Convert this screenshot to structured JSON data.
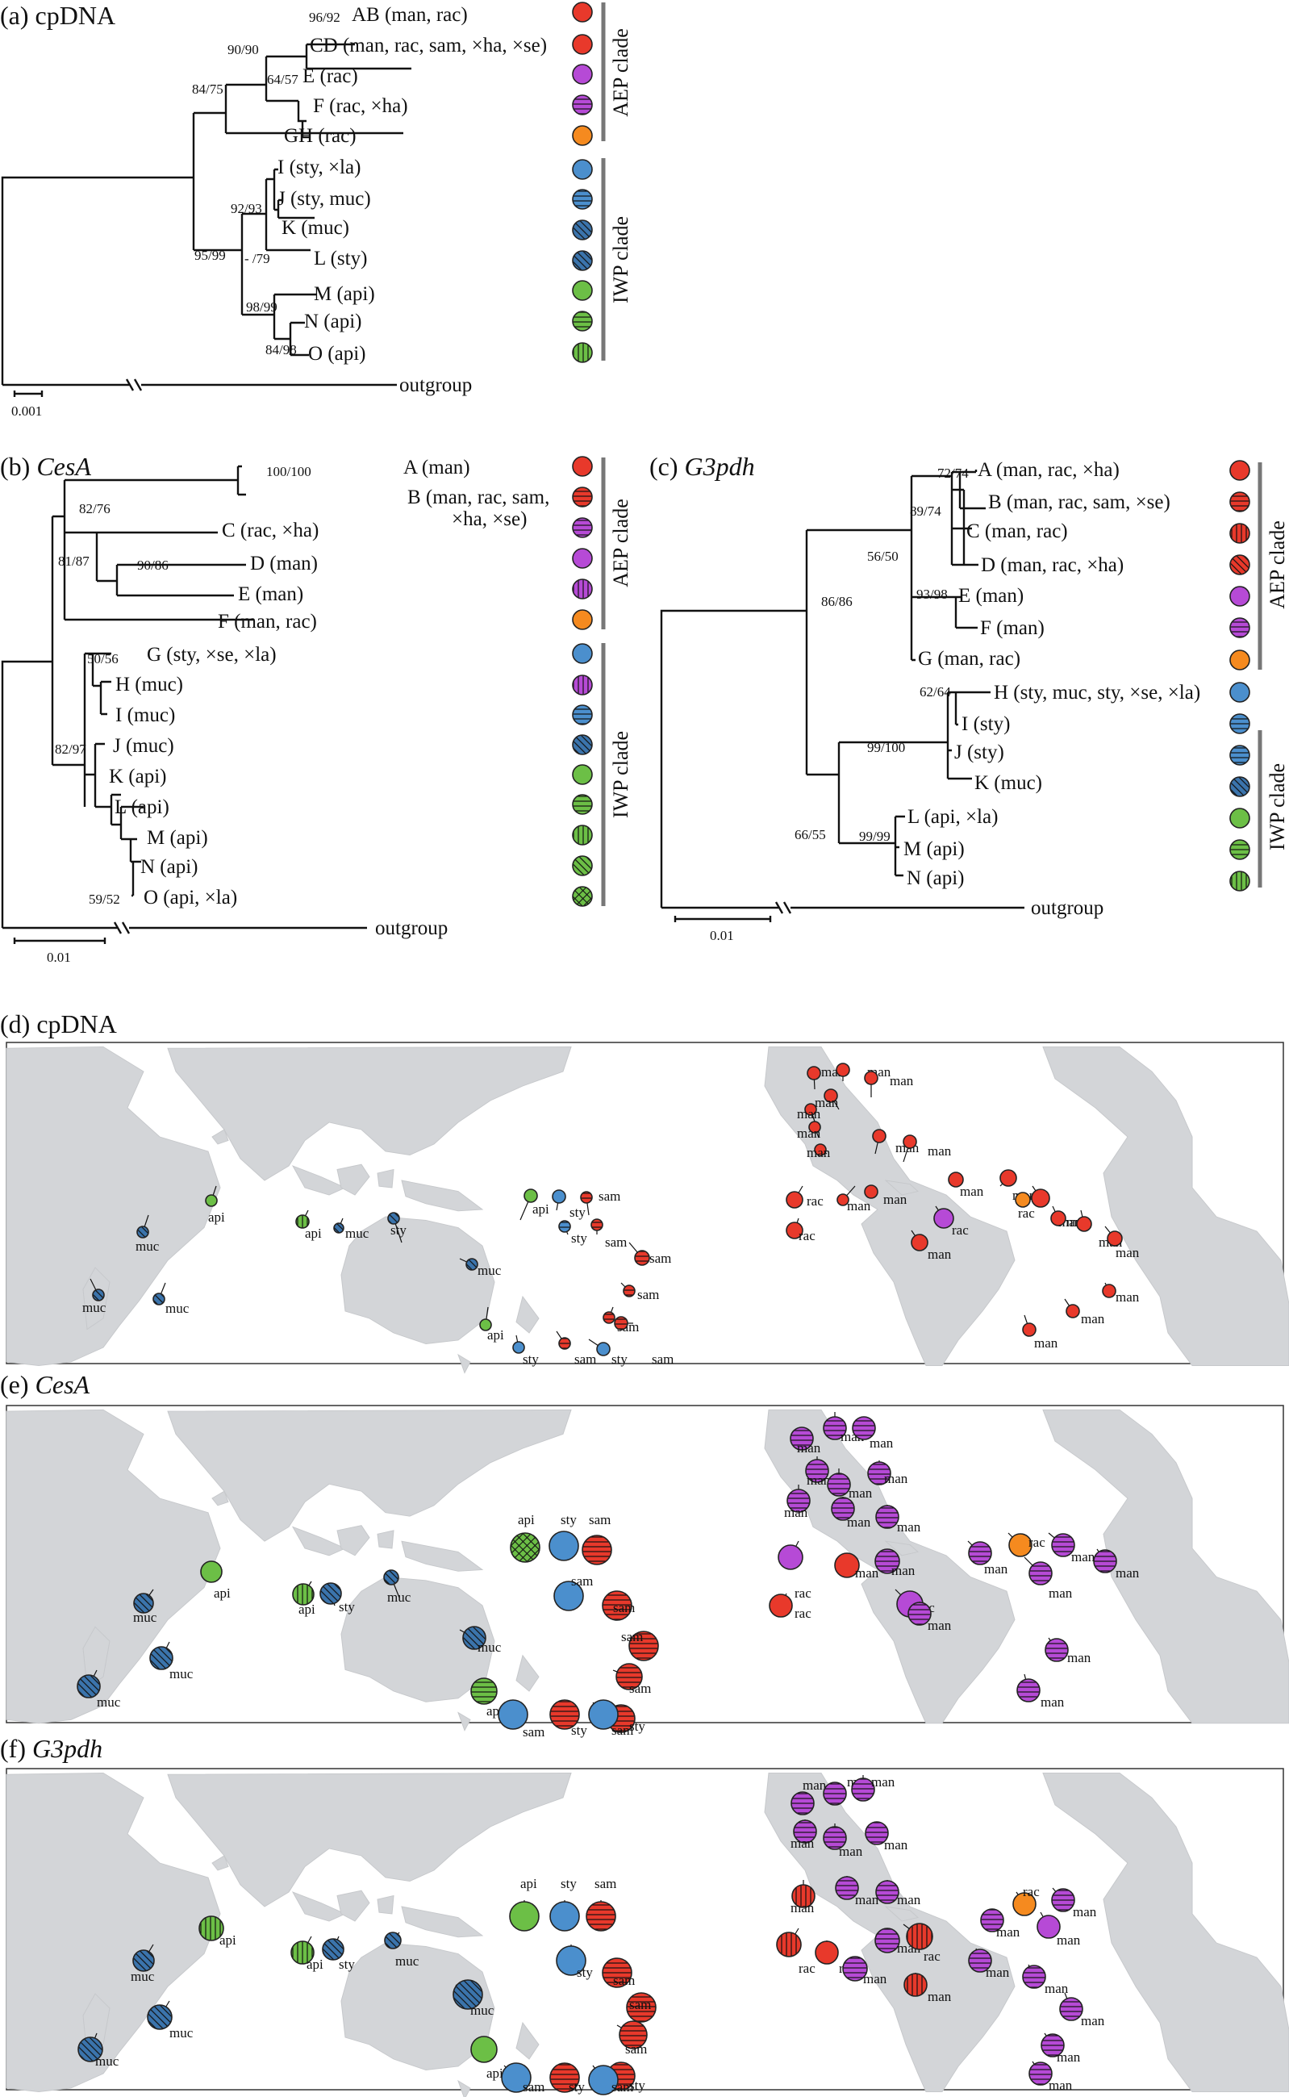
{
  "colors": {
    "man": "#e8392b",
    "rac": "#f58a1f",
    "purple": "#b64ad6",
    "sty": "#4b8fcd",
    "muc": "#3b74ac",
    "api": "#6cbf46",
    "land": "#d3d5d8"
  },
  "panel_a": {
    "title": "(a) cpDNA",
    "tips": [
      "AB (man, rac)",
      "CD (man, rac, sam, ×ha, ×se)",
      "E (rac)",
      "F (rac, ×ha)",
      "GH (rac)",
      "I (sty, ×la)",
      "J (sty, muc)",
      "K (muc)",
      "L (sty)",
      "M (api)",
      "N (api)",
      "O (api)",
      "outgroup"
    ],
    "support": [
      "96/92",
      "90/90",
      "64/57",
      "84/75",
      "92/93",
      "- /79",
      "95/99",
      "98/99",
      "84/98"
    ],
    "clades": [
      "AEP clade",
      "IWP clade"
    ],
    "scale": "0.001"
  },
  "panel_b": {
    "prefix": "(b) ",
    "gene": "CesA",
    "tips": [
      "A (man)",
      "B (man, rac, sam,",
      "×ha, ×se)",
      "C (rac, ×ha)",
      "D (man)",
      "E (man)",
      "F (man, rac)",
      "G (sty, ×se, ×la)",
      "H (muc)",
      "I (muc)",
      "J (muc)",
      "K (api)",
      "L (api)",
      "M (api)",
      "N (api)",
      "O (api, ×la)",
      "outgroup"
    ],
    "support": [
      "100/100",
      "82/76",
      "81/87",
      "90/86",
      "50/56",
      "82/97",
      "59/52"
    ],
    "clades": [
      "AEP clade",
      "IWP clade"
    ],
    "scale": "0.01"
  },
  "panel_c": {
    "prefix": "(c) ",
    "gene": "G3pdh",
    "tips": [
      "A (man, rac, ×ha)",
      "B (man, rac, sam, ×se)",
      "C (man, rac)",
      "D (man, rac, ×ha)",
      "E (man)",
      "F (man)",
      "G (man, rac)",
      "H (sty, muc, sty, ×se, ×la)",
      "I (sty)",
      "J (sty)",
      "K (muc)",
      "L (api, ×la)",
      "M (api)",
      "N (api)",
      "outgroup"
    ],
    "support": [
      "72/74",
      "89/74",
      "56/50",
      "93/98",
      "86/86",
      "62/64",
      "99/100",
      "66/55",
      "99/99"
    ],
    "clades": [
      "AEP clade",
      "IWP clade"
    ],
    "scale": "0.01"
  },
  "map_d": {
    "title": "(d) cpDNA",
    "labels": [
      "api",
      "api",
      "muc",
      "muc",
      "muc",
      "muc",
      "sty",
      "api",
      "sty",
      "sam",
      "sty",
      "sam",
      "sam",
      "sam",
      "muc",
      "api",
      "sam",
      "sty",
      "sam",
      "sty",
      "sam",
      "man",
      "man",
      "man",
      "man",
      "man",
      "man",
      "man",
      "man",
      "man",
      "rac",
      "rac",
      "man",
      "man",
      "rac",
      "man",
      "man",
      "man",
      "rac",
      "man",
      "man",
      "man",
      "man",
      "man",
      "man",
      "man"
    ]
  },
  "map_e": {
    "prefix": "(e) ",
    "gene": "CesA",
    "labels": [
      "api",
      "api",
      "muc",
      "muc",
      "muc",
      "muc",
      "sty",
      "api",
      "sty",
      "sam",
      "sam",
      "sam",
      "sam",
      "sam",
      "muc",
      "api",
      "sty",
      "sam",
      "sty",
      "sam",
      "man",
      "man",
      "man",
      "man",
      "man",
      "man",
      "man",
      "man",
      "man",
      "rac",
      "rac",
      "man",
      "man",
      "rac",
      "man",
      "man",
      "rac",
      "man",
      "man",
      "man",
      "man",
      "man"
    ]
  },
  "map_f": {
    "prefix": "(f) ",
    "gene": "G3pdh",
    "labels": [
      "api",
      "api",
      "muc",
      "muc",
      "muc",
      "muc",
      "sty",
      "api",
      "sty",
      "sam",
      "sty",
      "sam",
      "sam",
      "sam",
      "muc",
      "api",
      "sty",
      "sam",
      "sty",
      "sam",
      "man",
      "man",
      "man",
      "man",
      "man",
      "man",
      "man",
      "man",
      "man",
      "rac",
      "rac",
      "man",
      "man",
      "rac",
      "man",
      "man",
      "man",
      "rac",
      "man",
      "man",
      "man",
      "man",
      "man",
      "man"
    ]
  }
}
